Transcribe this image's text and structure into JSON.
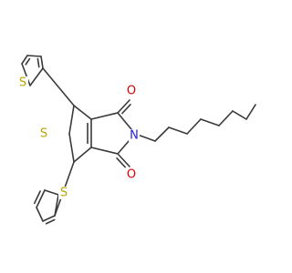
{
  "molecule": {
    "colors": {
      "bond": "#3a3a3a",
      "sulfur": "#b8a400",
      "oxygen": "#e00000",
      "nitrogen": "#2020dd"
    },
    "atoms": [
      {
        "id": "S_top",
        "label": "S",
        "element": "sulfur"
      },
      {
        "id": "S_core",
        "label": "S",
        "element": "sulfur"
      },
      {
        "id": "S_bottom",
        "label": "S",
        "element": "sulfur"
      },
      {
        "id": "O_upper",
        "label": "O",
        "element": "oxygen"
      },
      {
        "id": "O_lower",
        "label": "O",
        "element": "oxygen"
      },
      {
        "id": "N_imide",
        "label": "N",
        "element": "nitrogen"
      }
    ]
  }
}
